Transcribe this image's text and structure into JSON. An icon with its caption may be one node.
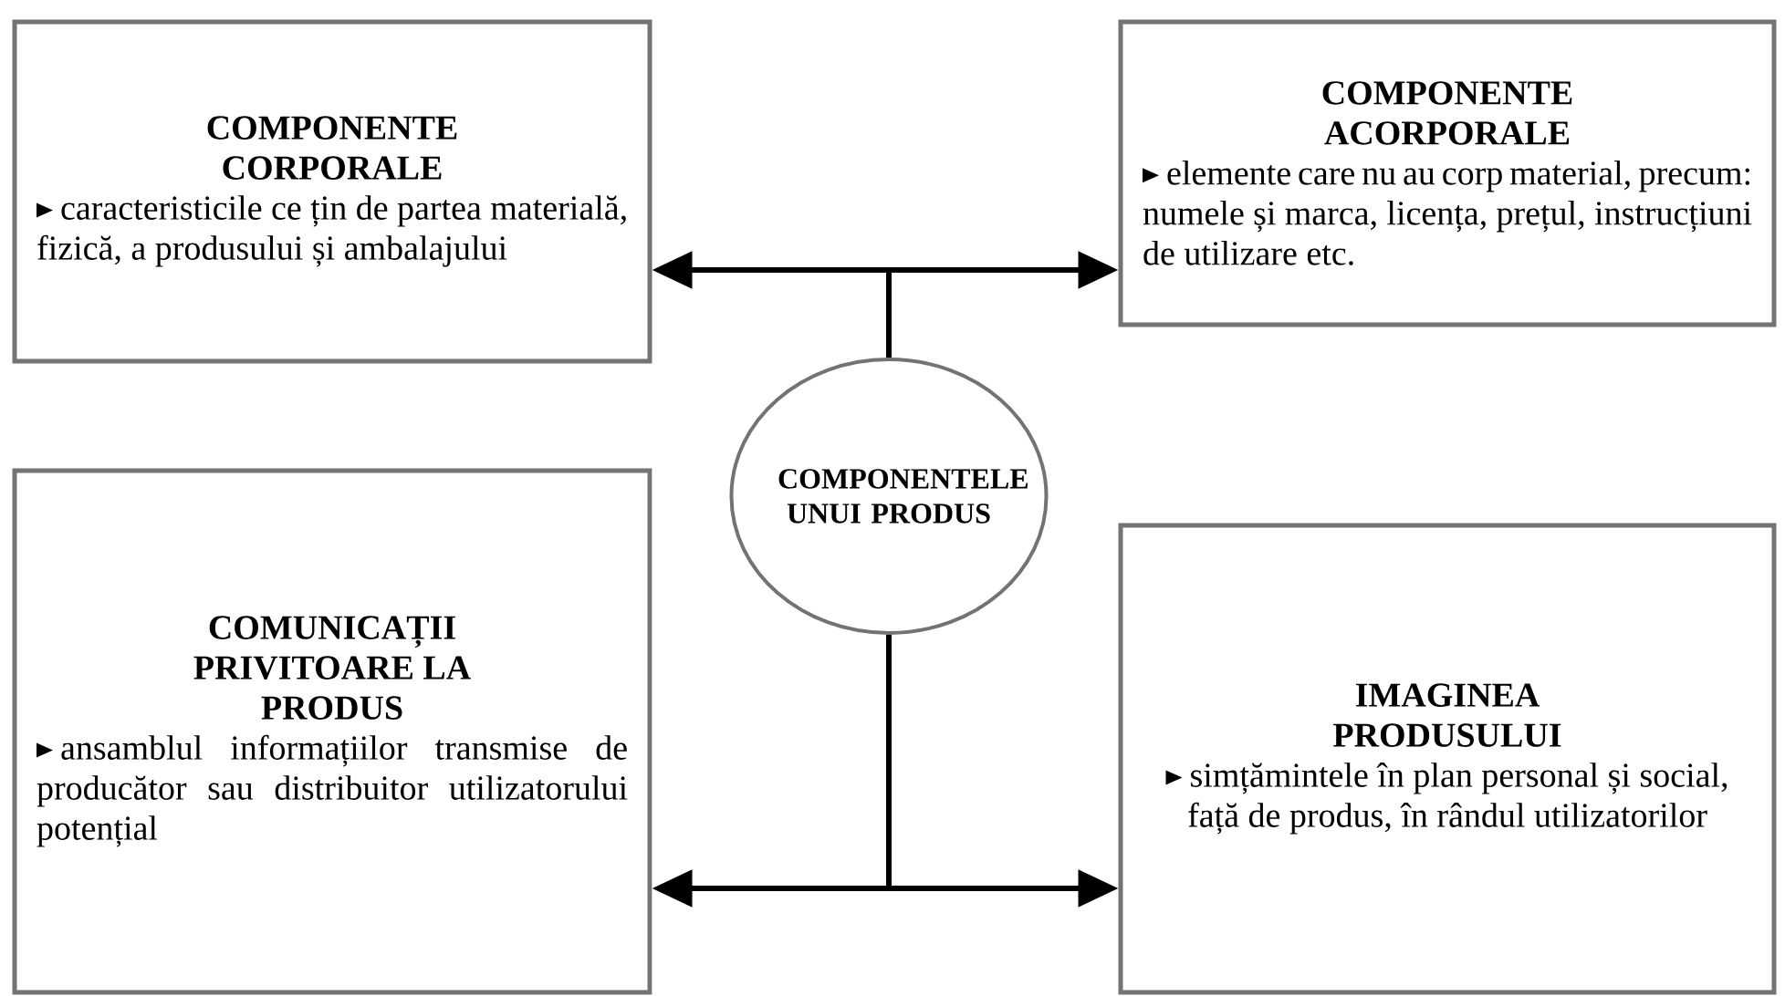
{
  "diagram": {
    "nodes": [
      {
        "text": [
          "COMPONENTE CORPORALE",
          "caracteristicile ce țin de partea materială, fizică, a produsului și ambalajului"
        ]
      },
      {
        "text": [
          "COMPONENTE ACORPORALE",
          "elemente care nu au corp material, precum: numele și marca, licența, prețul, instrucțiuni de utilizare etc."
        ]
      },
      {
        "text": [
          "COMPONENTELE UNUI PRODUS"
        ]
      },
      {
        "text": [
          "COMUNICAȚII PRIVITOARE LA PRODUS",
          "ansamblul informațiilor transmise de producător sau distribuitor utilizatorului potențial"
        ]
      },
      {
        "text": [
          "IMAGINEA PRODUSULUI",
          "simțămintele în plan personal și social, față de produs, în rândul utilizatorilor"
        ]
      }
    ],
    "edges": [
      {
        "from": 2,
        "to": 0,
        "arrow": "to"
      },
      {
        "from": 2,
        "to": 1,
        "arrow": "to"
      },
      {
        "from": 2,
        "to": 3,
        "arrow": "to"
      },
      {
        "from": 2,
        "to": 4,
        "arrow": "to"
      }
    ]
  }
}
